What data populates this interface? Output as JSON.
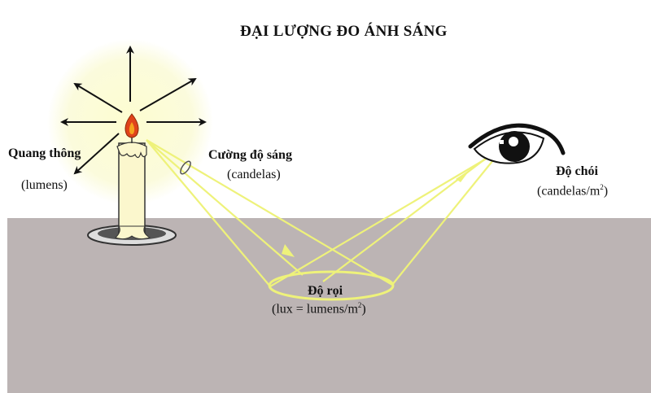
{
  "title": "ĐẠI LƯỢNG ĐO ÁNH SÁNG",
  "labels": {
    "luminous_flux": {
      "name": "Quang thông",
      "unit": "(lumens)"
    },
    "luminous_intensity": {
      "name": "Cường độ sáng",
      "unit": "(candelas)"
    },
    "luminance": {
      "name": "Độ chói",
      "unit_prefix": "(candelas/m",
      "unit_sup": "2",
      "unit_suffix": ")"
    },
    "illuminance": {
      "name": "Độ rọi",
      "unit_prefix": "(lux = lumens/m",
      "unit_sup": "2",
      "unit_suffix": ")"
    }
  },
  "colors": {
    "background": "#ffffff",
    "floor": "#bcb4b4",
    "glow": "#fbfbd6",
    "light_beam": "#eef27a",
    "arrow": "#111111",
    "flame": "#e0431a"
  },
  "icons": [
    "candle-icon",
    "flame-icon",
    "eye-icon",
    "arrow-icon"
  ]
}
